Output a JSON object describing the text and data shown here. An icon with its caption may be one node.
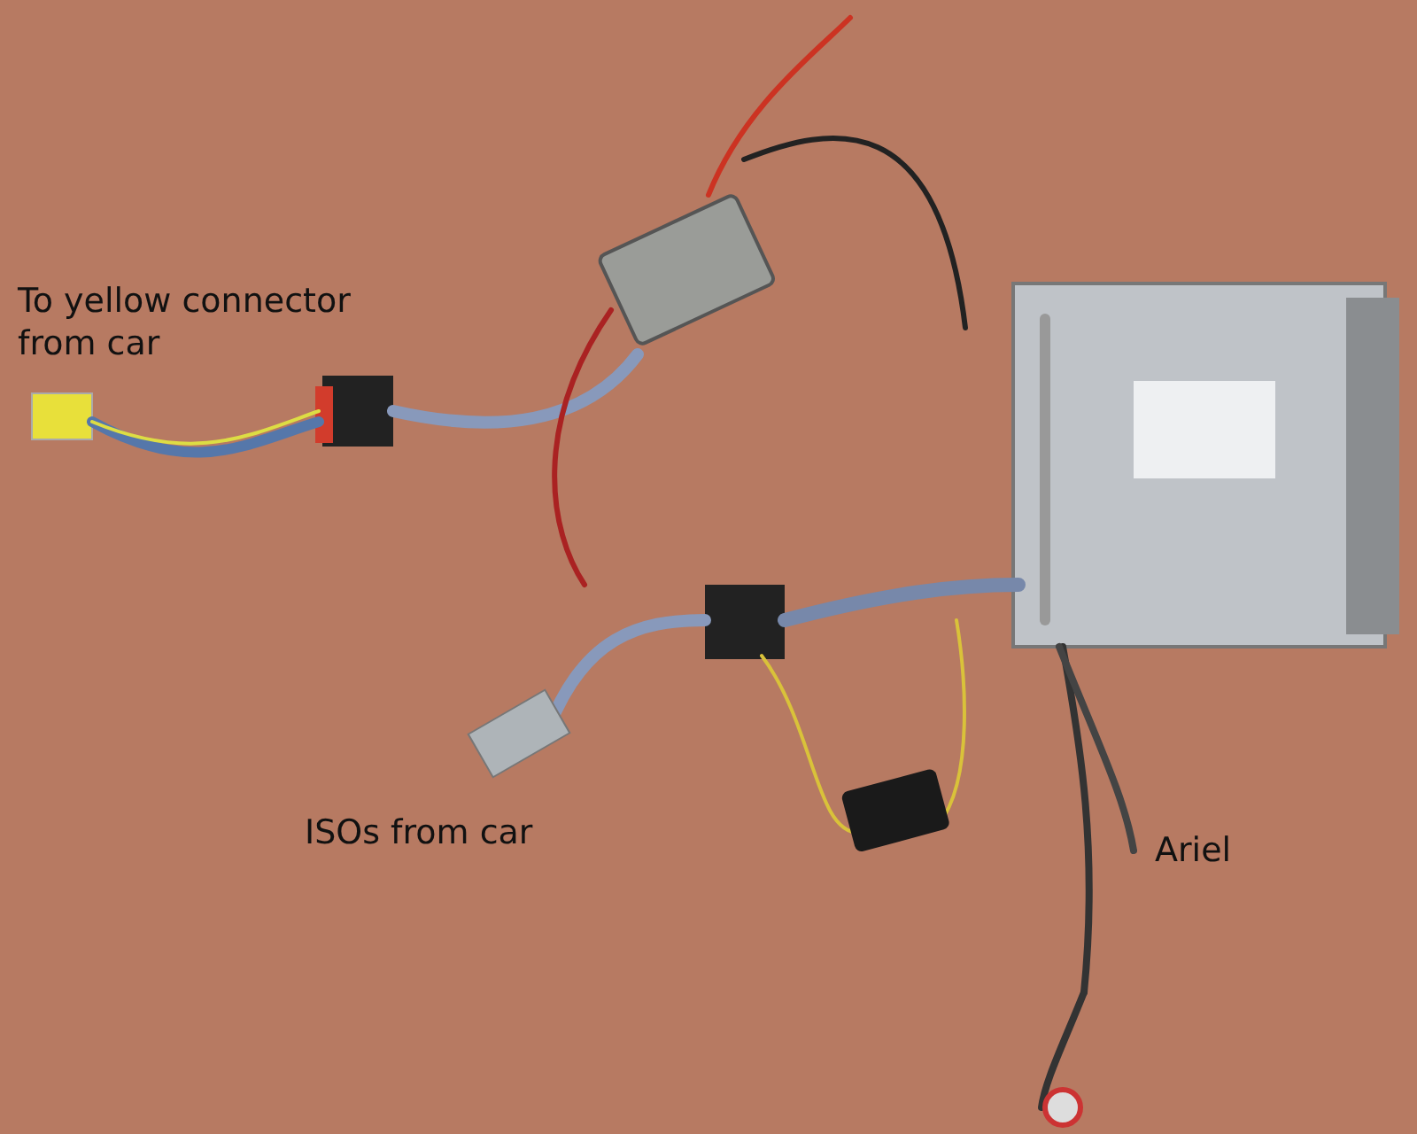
{
  "diagram": {
    "labels": [
      "To yellow connector from car",
      "ISOs from car",
      "Ariel"
    ]
  }
}
